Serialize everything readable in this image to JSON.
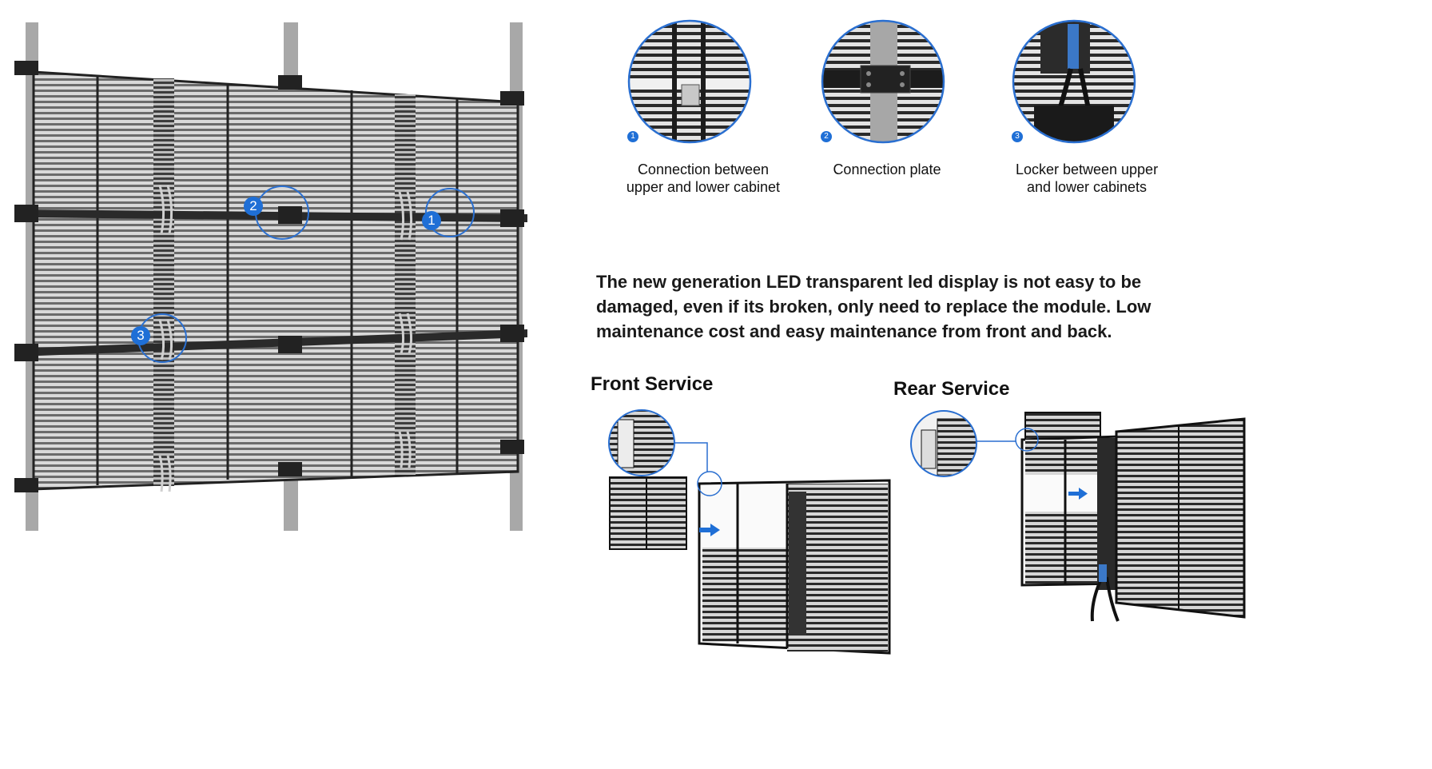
{
  "page": {
    "background": "#ffffff"
  },
  "colors": {
    "accent_blue": "#1f6fd6",
    "circle_stroke": "#2a6fd0",
    "frame_dark": "#1c1c1c",
    "post_gray": "#a9a9a9"
  },
  "main_illustration": {
    "markers": [
      {
        "number": "1",
        "label_ref": "details.0"
      },
      {
        "number": "2",
        "label_ref": "details.1"
      },
      {
        "number": "3",
        "label_ref": "details.2"
      }
    ]
  },
  "details": [
    {
      "number": "1",
      "caption_line1": "Connection between",
      "caption_line2": "upper and lower cabinet"
    },
    {
      "number": "2",
      "caption_line1": "Connection plate",
      "caption_line2": ""
    },
    {
      "number": "3",
      "caption_line1": "Locker between upper",
      "caption_line2": "and lower cabinets"
    }
  ],
  "description": {
    "line1": "The new generation LED transparent led display is not easy to be",
    "line2": "damaged, even if its broken, only need  to replace the module. Low",
    "line3": "maintenance cost and easy maintenance from front and back."
  },
  "front_service": {
    "title": "Front Service",
    "arrow_icon": "arrow-right-icon"
  },
  "rear_service": {
    "title": "Rear Service",
    "arrow_icon": "arrow-right-icon"
  }
}
